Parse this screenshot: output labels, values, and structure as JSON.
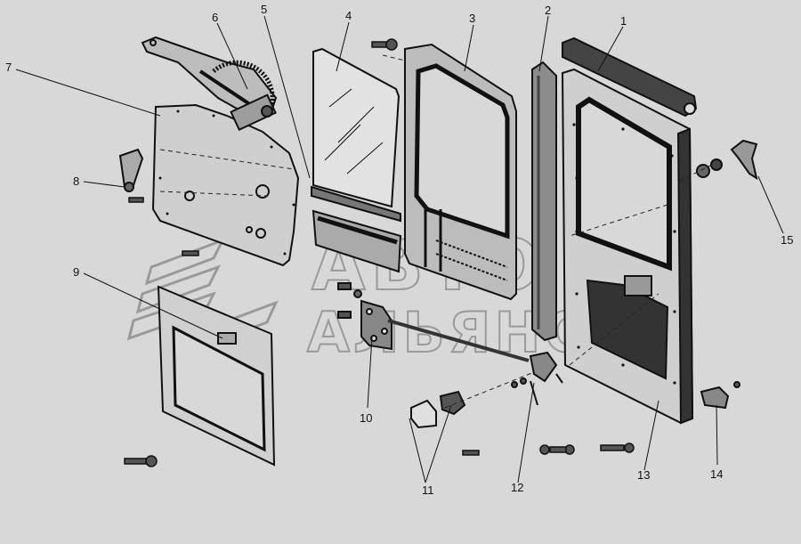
{
  "watermark": {
    "line1": "АВТО",
    "line2": "АЛЬЯНС"
  },
  "callouts": {
    "c1": "1",
    "c2": "2",
    "c3": "3",
    "c4": "4",
    "c5": "5",
    "c6": "6",
    "c7": "7",
    "c8": "8",
    "c9": "9",
    "c10": "10",
    "c11": "11",
    "c12": "12",
    "c13": "13",
    "c14": "14",
    "c15": "15"
  },
  "colors": {
    "background": "#d8d8d8",
    "ink": "#111111",
    "watermark": "#9a9a9a"
  }
}
